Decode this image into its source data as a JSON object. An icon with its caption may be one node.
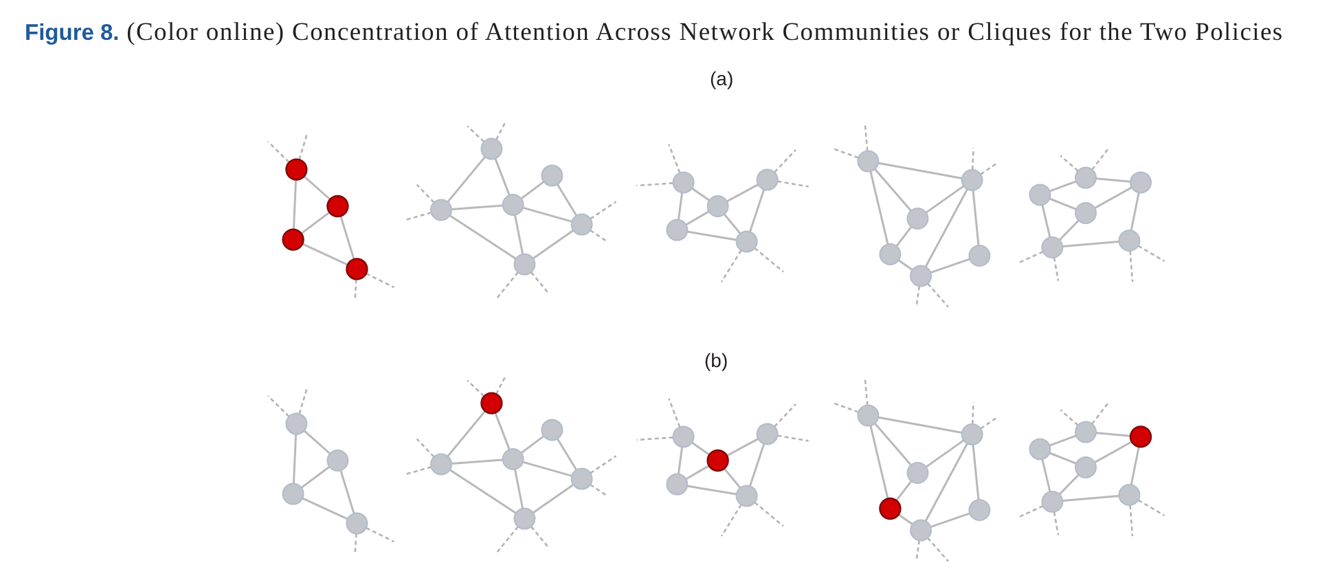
{
  "diagram": {
    "title": "**Figure 8.** (Color online) Concentration of Attention Across Network Communities or Cliques for the Two Policies",
    "nodes": [
      {
        "text": [],
        "shape": "circle"
      },
      {
        "text": [],
        "shape": "circle"
      },
      {
        "text": [],
        "shape": "circle"
      },
      {
        "text": [],
        "shape": "circle"
      },
      {
        "text": [],
        "shape": "circle"
      },
      {
        "text": [],
        "shape": "circle"
      },
      {
        "text": [],
        "shape": "circle"
      },
      {
        "text": [],
        "shape": "circle"
      },
      {
        "text": [],
        "shape": "circle"
      },
      {
        "text": [],
        "shape": "circle"
      },
      {
        "text": [],
        "shape": "circle"
      },
      {
        "text": [],
        "shape": "circle"
      },
      {
        "text": [],
        "shape": "circle"
      },
      {
        "text": [],
        "shape": "circle"
      },
      {
        "text": [],
        "shape": "circle"
      },
      {
        "text": [],
        "shape": "circle"
      },
      {
        "text": [],
        "shape": "circle"
      },
      {
        "text": [],
        "shape": "circle"
      },
      {
        "text": [],
        "shape": "circle"
      },
      {
        "text": [],
        "shape": "circle"
      },
      {
        "text": [],
        "shape": "circle"
      },
      {
        "text": [],
        "shape": "circle"
      },
      {
        "text": [],
        "shape": "circle"
      },
      {
        "text": [],
        "shape": "circle"
      },
      {
        "text": [],
        "shape": "circle"
      },
      {
        "text": [],
        "shape": "circle"
      },
      {
        "text": [],
        "shape": "circle"
      },
      {
        "text": [],
        "shape": "circle"
      },
      {
        "text": [],
        "shape": "circle"
      },
      {
        "text": [],
        "shape": "circle"
      },
      {
        "text": [],
        "shape": "circle"
      },
      {
        "text": [],
        "shape": "circle"
      },
      {
        "text": [],
        "shape": "circle"
      },
      {
        "text": [],
        "shape": "circle"
      },
      {
        "text": [],
        "shape": "circle"
      },
      {
        "text": [],
        "shape": "circle"
      },
      {
        "text": [],
        "shape": "circle"
      },
      {
        "text": [],
        "shape": "circle"
      },
      {
        "text": [],
        "shape": "circle"
      },
      {
        "text": [],
        "shape": "circle"
      },
      {
        "text": [],
        "shape": "circle"
      },
      {
        "text": [],
        "shape": "circle"
      },
      {
        "text": [],
        "shape": "circle"
      },
      {
        "text": [],
        "shape": "circle"
      },
      {
        "text": [],
        "shape": "circle"
      },
      {
        "text": [],
        "shape": "circle"
      },
      {
        "text": [],
        "shape": "circle"
      },
      {
        "text": [],
        "shape": "circle"
      },
      {
        "text": [],
        "shape": "circle"
      },
      {
        "text": [],
        "shape": "circle"
      },
      {
        "text": [],
        "shape": "circle"
      },
      {
        "text": [],
        "shape": "circle"
      },
      {
        "text": [],
        "shape": "circle"
      },
      {
        "text": [],
        "shape": "circle"
      }
    ],
    "edges": [
      {
        "from": 0,
        "to": 1,
        "arrow": "none"
      },
      {
        "from": 0,
        "to": 2,
        "arrow": "none"
      },
      {
        "from": 1,
        "to": 2,
        "arrow": "none"
      },
      {
        "from": 1,
        "to": 3,
        "arrow": "none"
      },
      {
        "from": 2,
        "to": 3,
        "arrow": "none"
      },
      {
        "from": 0,
        "to": null,
        "arrow": "none",
        "style": "dashed"
      },
      {
        "from": 0,
        "to": null,
        "arrow": "none",
        "style": "dashed"
      },
      {
        "from": 3,
        "to": null,
        "arrow": "none",
        "style": "dashed"
      },
      {
        "from": 3,
        "to": null,
        "arrow": "none",
        "style": "dashed"
      },
      {
        "from": 4,
        "to": 6,
        "arrow": "none"
      },
      {
        "from": 4,
        "to": 7,
        "arrow": "none"
      },
      {
        "from": 6,
        "to": 7,
        "arrow": "none"
      },
      {
        "from": 6,
        "to": 9,
        "arrow": "none"
      },
      {
        "from": 7,
        "to": 5,
        "arrow": "none"
      },
      {
        "from": 7,
        "to": 8,
        "arrow": "none"
      },
      {
        "from": 7,
        "to": 9,
        "arrow": "none"
      },
      {
        "from": 5,
        "to": 8,
        "arrow": "none"
      },
      {
        "from": 8,
        "to": 9,
        "arrow": "none"
      },
      {
        "from": 4,
        "to": null,
        "arrow": "none",
        "style": "dashed"
      },
      {
        "from": 4,
        "to": null,
        "arrow": "none",
        "style": "dashed"
      },
      {
        "from": 6,
        "to": null,
        "arrow": "none",
        "style": "dashed"
      },
      {
        "from": 6,
        "to": null,
        "arrow": "none",
        "style": "dashed"
      },
      {
        "from": 8,
        "to": null,
        "arrow": "none",
        "style": "dashed"
      },
      {
        "from": 8,
        "to": null,
        "arrow": "none",
        "style": "dashed"
      },
      {
        "from": 9,
        "to": null,
        "arrow": "none",
        "style": "dashed"
      },
      {
        "from": 9,
        "to": null,
        "arrow": "none",
        "style": "dashed"
      },
      {
        "from": 10,
        "to": 11,
        "arrow": "none"
      },
      {
        "from": 10,
        "to": 13,
        "arrow": "none"
      },
      {
        "from": 11,
        "to": 13,
        "arrow": "none"
      },
      {
        "from": 11,
        "to": 12,
        "arrow": "none"
      },
      {
        "from": 11,
        "to": 14,
        "arrow": "none"
      },
      {
        "from": 12,
        "to": 14,
        "arrow": "none"
      },
      {
        "from": 13,
        "to": 14,
        "arrow": "none"
      },
      {
        "from": 10,
        "to": null,
        "arrow": "none",
        "style": "dashed"
      },
      {
        "from": 10,
        "to": null,
        "arrow": "none",
        "style": "dashed"
      },
      {
        "from": 12,
        "to": null,
        "arrow": "none",
        "style": "dashed"
      },
      {
        "from": 12,
        "to": null,
        "arrow": "none",
        "style": "dashed"
      },
      {
        "from": 14,
        "to": null,
        "arrow": "none",
        "style": "dashed"
      },
      {
        "from": 14,
        "to": null,
        "arrow": "none",
        "style": "dashed"
      },
      {
        "from": 15,
        "to": 16,
        "arrow": "none"
      },
      {
        "from": 15,
        "to": 17,
        "arrow": "none"
      },
      {
        "from": 15,
        "to": 18,
        "arrow": "none"
      },
      {
        "from": 17,
        "to": 16,
        "arrow": "none"
      },
      {
        "from": 17,
        "to": 18,
        "arrow": "none"
      },
      {
        "from": 16,
        "to": 20,
        "arrow": "none"
      },
      {
        "from": 16,
        "to": 19,
        "arrow": "none"
      },
      {
        "from": 18,
        "to": 20,
        "arrow": "none"
      },
      {
        "from": 20,
        "to": 19,
        "arrow": "none"
      },
      {
        "from": 15,
        "to": null,
        "arrow": "none",
        "style": "dashed"
      },
      {
        "from": 15,
        "to": null,
        "arrow": "none",
        "style": "dashed"
      },
      {
        "from": 16,
        "to": null,
        "arrow": "none",
        "style": "dashed"
      },
      {
        "from": 16,
        "to": null,
        "arrow": "none",
        "style": "dashed"
      },
      {
        "from": 20,
        "to": null,
        "arrow": "none",
        "style": "dashed"
      },
      {
        "from": 20,
        "to": null,
        "arrow": "none",
        "style": "dashed"
      },
      {
        "from": 23,
        "to": 21,
        "arrow": "none"
      },
      {
        "from": 21,
        "to": 22,
        "arrow": "none"
      },
      {
        "from": 23,
        "to": 24,
        "arrow": "none"
      },
      {
        "from": 24,
        "to": 22,
        "arrow": "none"
      },
      {
        "from": 23,
        "to": 25,
        "arrow": "none"
      },
      {
        "from": 24,
        "to": 25,
        "arrow": "none"
      },
      {
        "from": 25,
        "to": 26,
        "arrow": "none"
      },
      {
        "from": 22,
        "to": 26,
        "arrow": "none"
      },
      {
        "from": 21,
        "to": null,
        "arrow": "none",
        "style": "dashed"
      },
      {
        "from": 21,
        "to": null,
        "arrow": "none",
        "style": "dashed"
      },
      {
        "from": 25,
        "to": null,
        "arrow": "none",
        "style": "dashed"
      },
      {
        "from": 25,
        "to": null,
        "arrow": "none",
        "style": "dashed"
      },
      {
        "from": 26,
        "to": null,
        "arrow": "none",
        "style": "dashed"
      },
      {
        "from": 26,
        "to": null,
        "arrow": "none",
        "style": "dashed"
      },
      {
        "from": 27,
        "to": 28,
        "arrow": "none"
      },
      {
        "from": 27,
        "to": 29,
        "arrow": "none"
      },
      {
        "from": 28,
        "to": 29,
        "arrow": "none"
      },
      {
        "from": 28,
        "to": 30,
        "arrow": "none"
      },
      {
        "from": 29,
        "to": 30,
        "arrow": "none"
      },
      {
        "from": 27,
        "to": null,
        "arrow": "none",
        "style": "dashed"
      },
      {
        "from": 27,
        "to": null,
        "arrow": "none",
        "style": "dashed"
      },
      {
        "from": 30,
        "to": null,
        "arrow": "none",
        "style": "dashed"
      },
      {
        "from": 30,
        "to": null,
        "arrow": "none",
        "style": "dashed"
      },
      {
        "from": 31,
        "to": 33,
        "arrow": "none"
      },
      {
        "from": 31,
        "to": 34,
        "arrow": "none"
      },
      {
        "from": 33,
        "to": 34,
        "arrow": "none"
      },
      {
        "from": 33,
        "to": 36,
        "arrow": "none"
      },
      {
        "from": 34,
        "to": 32,
        "arrow": "none"
      },
      {
        "from": 34,
        "to": 35,
        "arrow": "none"
      },
      {
        "from": 34,
        "to": 36,
        "arrow": "none"
      },
      {
        "from": 32,
        "to": 35,
        "arrow": "none"
      },
      {
        "from": 35,
        "to": 36,
        "arrow": "none"
      },
      {
        "from": 31,
        "to": null,
        "arrow": "none",
        "style": "dashed"
      },
      {
        "from": 31,
        "to": null,
        "arrow": "none",
        "style": "dashed"
      },
      {
        "from": 33,
        "to": null,
        "arrow": "none",
        "style": "dashed"
      },
      {
        "from": 33,
        "to": null,
        "arrow": "none",
        "style": "dashed"
      },
      {
        "from": 35,
        "to": null,
        "arrow": "none",
        "style": "dashed"
      },
      {
        "from": 35,
        "to": null,
        "arrow": "none",
        "style": "dashed"
      },
      {
        "from": 36,
        "to": null,
        "arrow": "none",
        "style": "dashed"
      },
      {
        "from": 36,
        "to": null,
        "arrow": "none",
        "style": "dashed"
      },
      {
        "from": 37,
        "to": 38,
        "arrow": "none"
      },
      {
        "from": 37,
        "to": 40,
        "arrow": "none"
      },
      {
        "from": 38,
        "to": 40,
        "arrow": "none"
      },
      {
        "from": 38,
        "to": 39,
        "arrow": "none"
      },
      {
        "from": 38,
        "to": 41,
        "arrow": "none"
      },
      {
        "from": 39,
        "to": 41,
        "arrow": "none"
      },
      {
        "from": 40,
        "to": 41,
        "arrow": "none"
      },
      {
        "from": 37,
        "to": null,
        "arrow": "none",
        "style": "dashed"
      },
      {
        "from": 37,
        "to": null,
        "arrow": "none",
        "style": "dashed"
      },
      {
        "from": 39,
        "to": null,
        "arrow": "none",
        "style": "dashed"
      },
      {
        "from": 39,
        "to": null,
        "arrow": "none",
        "style": "dashed"
      },
      {
        "from": 41,
        "to": null,
        "arrow": "none",
        "style": "dashed"
      },
      {
        "from": 41,
        "to": null,
        "arrow": "none",
        "style": "dashed"
      },
      {
        "from": 42,
        "to": 43,
        "arrow": "none"
      },
      {
        "from": 42,
        "to": 44,
        "arrow": "none"
      },
      {
        "from": 42,
        "to": 45,
        "arrow": "none"
      },
      {
        "from": 44,
        "to": 43,
        "arrow": "none"
      },
      {
        "from": 44,
        "to": 45,
        "arrow": "none"
      },
      {
        "from": 43,
        "to": 47,
        "arrow": "none"
      },
      {
        "from": 43,
        "to": 46,
        "arrow": "none"
      },
      {
        "from": 45,
        "to": 47,
        "arrow": "none"
      },
      {
        "from": 47,
        "to": 46,
        "arrow": "none"
      },
      {
        "from": 42,
        "to": null,
        "arrow": "none",
        "style": "dashed"
      },
      {
        "from": 42,
        "to": null,
        "arrow": "none",
        "style": "dashed"
      },
      {
        "from": 43,
        "to": null,
        "arrow": "none",
        "style": "dashed"
      },
      {
        "from": 43,
        "to": null,
        "arrow": "none",
        "style": "dashed"
      },
      {
        "from": 47,
        "to": null,
        "arrow": "none",
        "style": "dashed"
      },
      {
        "from": 47,
        "to": null,
        "arrow": "none",
        "style": "dashed"
      },
      {
        "from": 50,
        "to": 48,
        "arrow": "none"
      },
      {
        "from": 48,
        "to": 49,
        "arrow": "none"
      },
      {
        "from": 50,
        "to": 51,
        "arrow": "none"
      },
      {
        "from": 51,
        "to": 49,
        "arrow": "none"
      },
      {
        "from": 50,
        "to": 52,
        "arrow": "none"
      },
      {
        "from": 51,
        "to": 52,
        "arrow": "none"
      },
      {
        "from": 52,
        "to": 53,
        "arrow": "none"
      },
      {
        "from": 49,
        "to": 53,
        "arrow": "none"
      },
      {
        "from": 48,
        "to": null,
        "arrow": "none",
        "style": "dashed"
      },
      {
        "from": 48,
        "to": null,
        "arrow": "none",
        "style": "dashed"
      },
      {
        "from": 52,
        "to": null,
        "arrow": "none",
        "style": "dashed"
      },
      {
        "from": 52,
        "to": null,
        "arrow": "none",
        "style": "dashed"
      },
      {
        "from": 53,
        "to": null,
        "arrow": "none",
        "style": "dashed"
      },
      {
        "from": 53,
        "to": null,
        "arrow": "none",
        "style": "dashed"
      }
    ],
    "labels": [
      "(a)",
      "(b)"
    ]
  }
}
